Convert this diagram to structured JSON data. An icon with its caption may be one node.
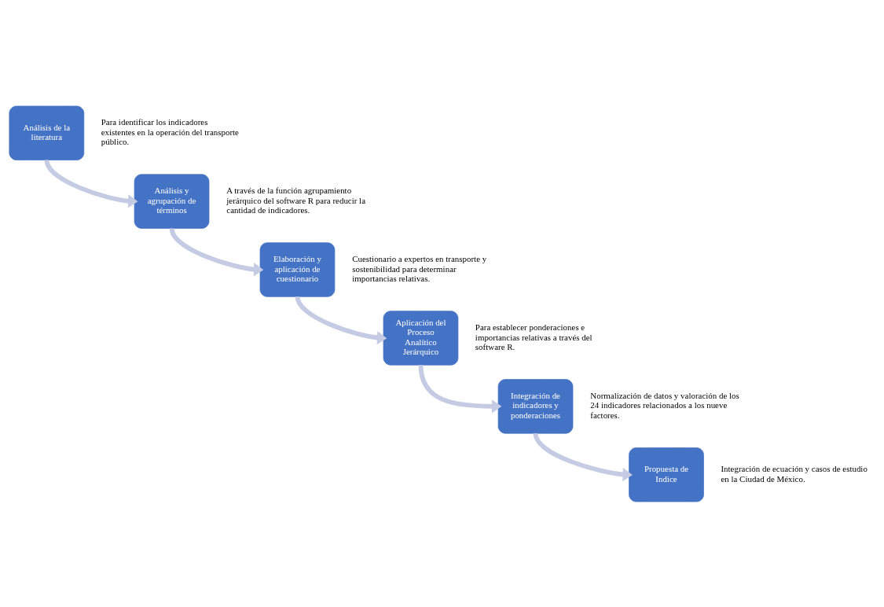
{
  "diagram": {
    "nodes": [
      {
        "text": [
          "Análisis de la literatura"
        ],
        "beside": [
          "Para identificar los indicadores existentes en la operación del transporte público."
        ]
      },
      {
        "text": [
          "Análisis y agrupación de términos"
        ],
        "beside": [
          "A través de la función agrupamiento jerárquico del software R para reducir la cantidad de indicadores."
        ]
      },
      {
        "text": [
          "Elaboración y aplicación de cuestionario"
        ],
        "beside": [
          "Cuestionario a expertos en transporte y sostenibilidad para determinar importancias relativas."
        ]
      },
      {
        "text": [
          "Aplicación del Proceso Analítico Jerárquico"
        ],
        "beside": [
          "Para establecer ponderaciones e importancias relativas a través del software R."
        ]
      },
      {
        "text": [
          "Integración de indicadores y ponderaciones"
        ],
        "beside": [
          "Normalización de datos y valoración de los 24 indicadores relacionados a los nueve factores."
        ]
      },
      {
        "text": [
          "Propuesta de Indice"
        ],
        "beside": [
          "Integración de ecuación y casos de estudio en la Ciudad de México."
        ]
      }
    ],
    "edges": [
      {
        "from": 0,
        "to": 1,
        "arrow": "to"
      },
      {
        "from": 1,
        "to": 2,
        "arrow": "to"
      },
      {
        "from": 2,
        "to": 3,
        "arrow": "to"
      },
      {
        "from": 3,
        "to": 4,
        "arrow": "to"
      },
      {
        "from": 4,
        "to": 5,
        "arrow": "to"
      }
    ]
  }
}
